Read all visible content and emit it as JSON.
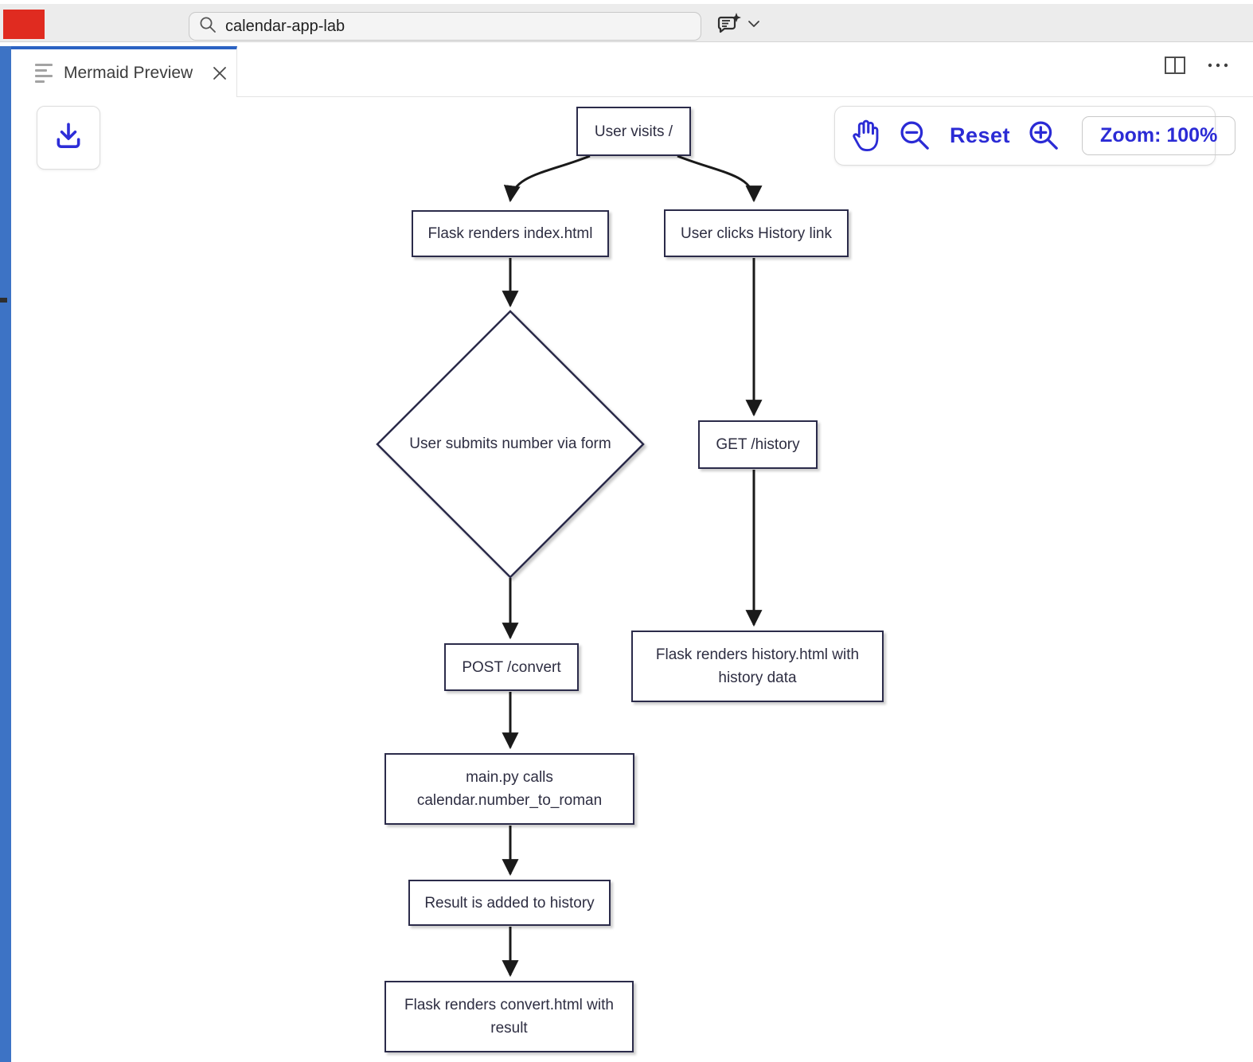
{
  "window": {
    "search_value": "calendar-app-lab"
  },
  "tab": {
    "title": "Mermaid Preview"
  },
  "preview_toolbar": {
    "reset_label": "Reset",
    "zoom_label": "Zoom: 100%"
  },
  "colors": {
    "accent_blue": "#2b2bd5",
    "stripe_blue": "#3d73c5",
    "tab_border_blue": "#2c63c3",
    "node_border": "#2b2b4a",
    "node_text": "#2e2e42",
    "edge_black": "#1a1a1a",
    "red_marker": "#e02b20"
  },
  "diagram": {
    "type": "flowchart",
    "nodes": [
      {
        "id": "A",
        "shape": "rect",
        "label": "User visits /"
      },
      {
        "id": "B",
        "shape": "rect",
        "label": "Flask renders index.html"
      },
      {
        "id": "C",
        "shape": "rect",
        "label": "User clicks History link"
      },
      {
        "id": "D",
        "shape": "diamond",
        "label": "User submits number via form"
      },
      {
        "id": "E",
        "shape": "rect",
        "label": "GET /history"
      },
      {
        "id": "F",
        "shape": "rect",
        "label": "POST /convert"
      },
      {
        "id": "G",
        "shape": "rect",
        "label": "Flask renders history.html with\nhistory data"
      },
      {
        "id": "H",
        "shape": "rect",
        "label": "main.py calls\ncalendar.number_to_roman"
      },
      {
        "id": "I",
        "shape": "rect",
        "label": "Result is added to history"
      },
      {
        "id": "J",
        "shape": "rect",
        "label": "Flask renders convert.html with\nresult"
      }
    ],
    "edges": [
      {
        "from": "A",
        "to": "B"
      },
      {
        "from": "A",
        "to": "C"
      },
      {
        "from": "B",
        "to": "D"
      },
      {
        "from": "D",
        "to": "F"
      },
      {
        "from": "F",
        "to": "H"
      },
      {
        "from": "H",
        "to": "I"
      },
      {
        "from": "I",
        "to": "J"
      },
      {
        "from": "C",
        "to": "E"
      },
      {
        "from": "E",
        "to": "G"
      }
    ]
  }
}
